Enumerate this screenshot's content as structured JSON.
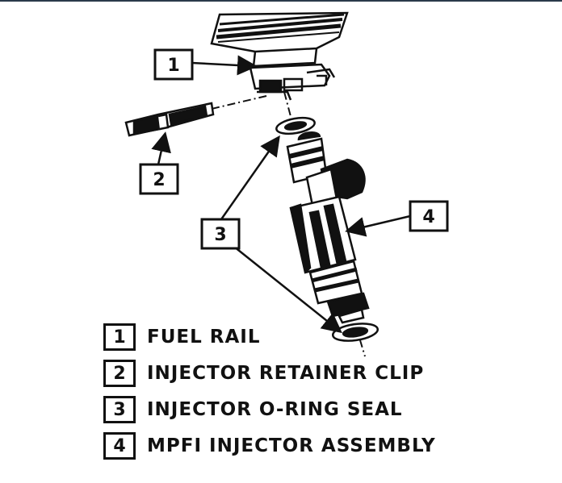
{
  "callouts": [
    {
      "num": "1"
    },
    {
      "num": "2"
    },
    {
      "num": "3"
    },
    {
      "num": "4"
    }
  ],
  "legend": [
    {
      "num": "1",
      "label": "FUEL RAIL"
    },
    {
      "num": "2",
      "label": "INJECTOR RETAINER CLIP"
    },
    {
      "num": "3",
      "label": "INJECTOR O-RING SEAL"
    },
    {
      "num": "4",
      "label": "MPFI INJECTOR ASSEMBLY"
    }
  ]
}
